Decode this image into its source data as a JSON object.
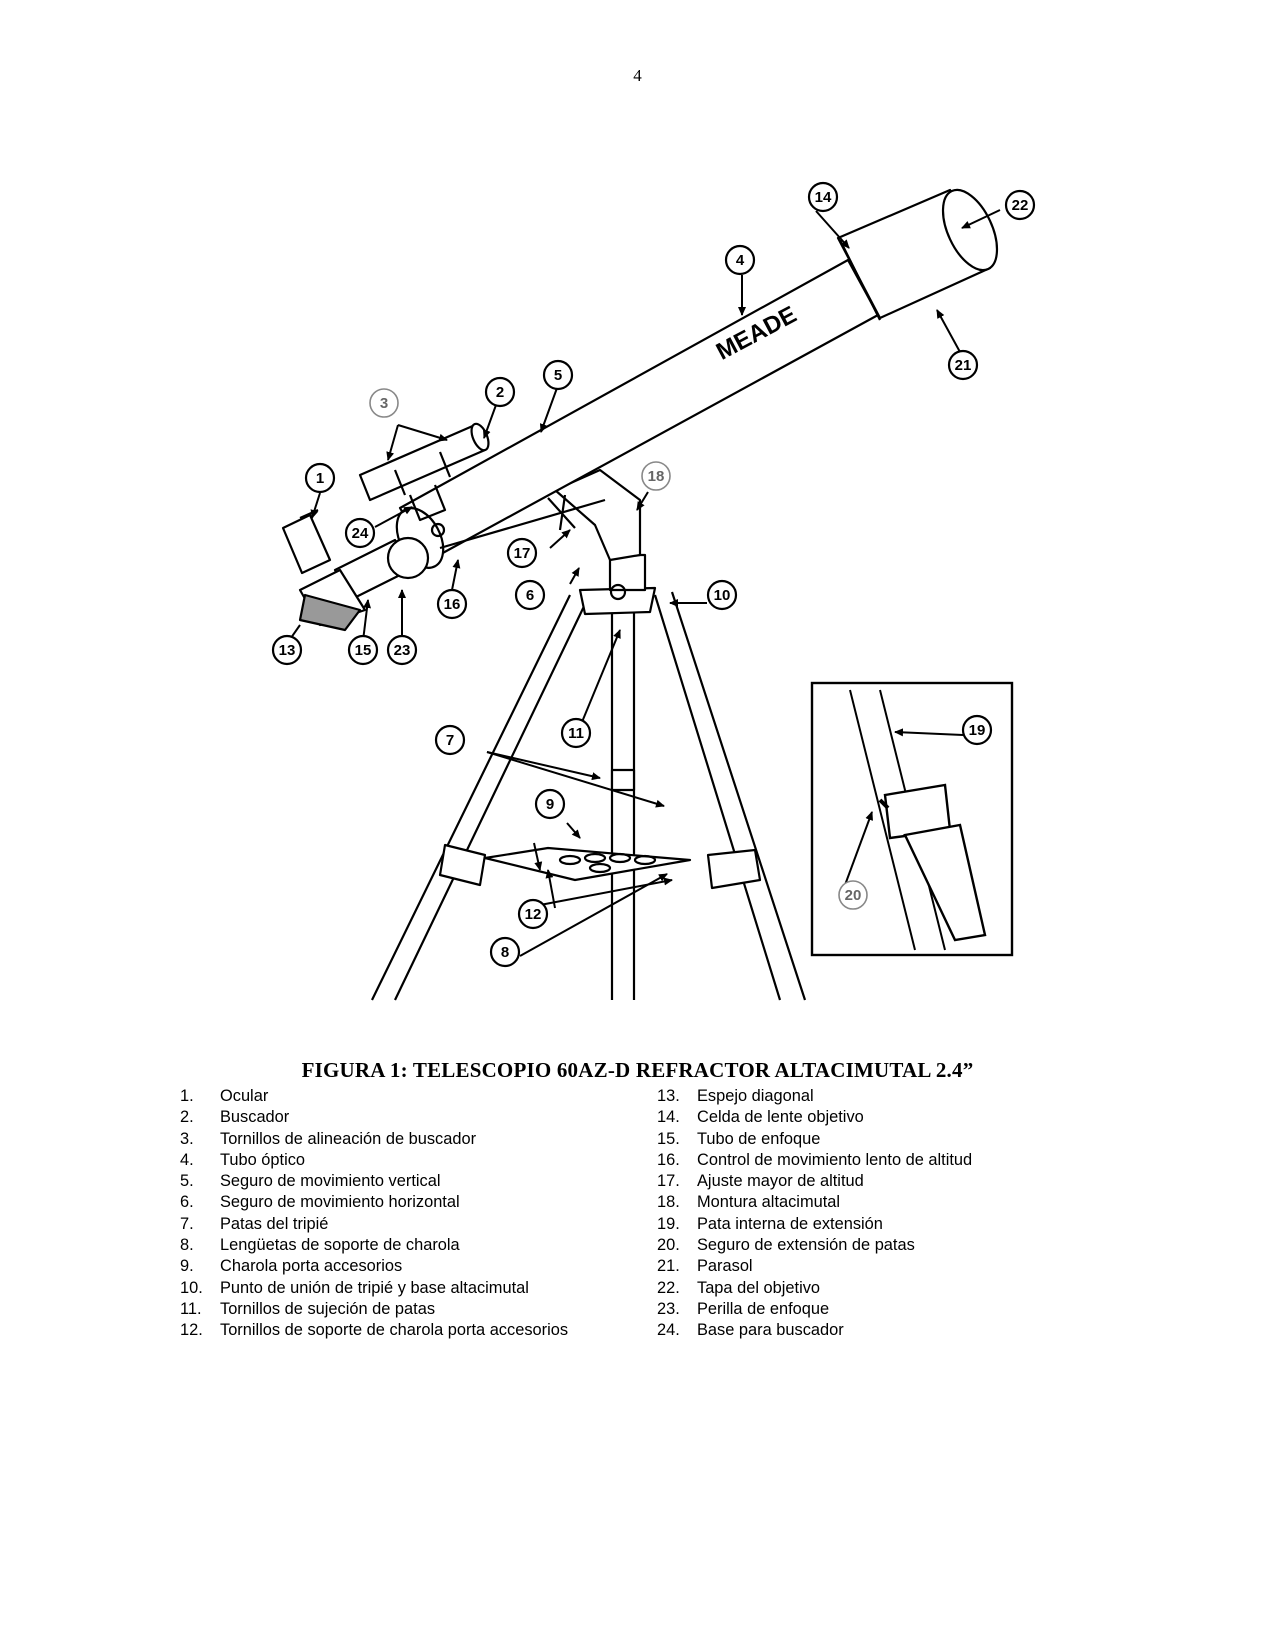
{
  "page_number": "4",
  "figure": {
    "brand": "MEADE",
    "callouts": [
      "1",
      "2",
      "3",
      "4",
      "5",
      "6",
      "7",
      "8",
      "9",
      "10",
      "11",
      "12",
      "13",
      "14",
      "15",
      "16",
      "17",
      "18",
      "19",
      "20",
      "21",
      "22",
      "23",
      "24"
    ]
  },
  "caption": "FIGURA 1: TELESCOPIO 60AZ-D REFRACTOR ALTACIMUTAL 2.4”",
  "parts_left": [
    {
      "num": "1.",
      "text": "Ocular"
    },
    {
      "num": "2.",
      "text": "Buscador"
    },
    {
      "num": "3.",
      "text": "Tornillos de alineación de buscador"
    },
    {
      "num": "4.",
      "text": "Tubo óptico"
    },
    {
      "num": "5.",
      "text": "Seguro de movimiento vertical"
    },
    {
      "num": "6.",
      "text": "Seguro de movimiento horizontal"
    },
    {
      "num": "7.",
      "text": "Patas del tripié"
    },
    {
      "num": "8.",
      "text": "Lengüetas de soporte de charola"
    },
    {
      "num": "9.",
      "text": "Charola porta accesorios"
    },
    {
      "num": "10.",
      "text": "Punto de unión de tripié y base altacimutal"
    },
    {
      "num": "11.",
      "text": "Tornillos de sujeción de patas"
    },
    {
      "num": "12.",
      "text": "Tornillos de soporte de charola porta accesorios"
    }
  ],
  "parts_right": [
    {
      "num": "13.",
      "text": "Espejo diagonal"
    },
    {
      "num": "14.",
      "text": "Celda de lente  objetivo"
    },
    {
      "num": "15.",
      "text": "Tubo de enfoque"
    },
    {
      "num": "16.",
      "text": "Control de movimiento lento de altitud"
    },
    {
      "num": "17.",
      "text": "Ajuste mayor de altitud"
    },
    {
      "num": "18.",
      "text": "Montura altacimutal"
    },
    {
      "num": "19.",
      "text": "Pata interna de extensión"
    },
    {
      "num": "20.",
      "text": "Seguro de extensión de patas"
    },
    {
      "num": "21.",
      "text": "Parasol"
    },
    {
      "num": "22.",
      "text": "Tapa del objetivo"
    },
    {
      "num": "23.",
      "text": "Perilla de enfoque"
    },
    {
      "num": "24.",
      "text": "Base para buscador"
    }
  ]
}
